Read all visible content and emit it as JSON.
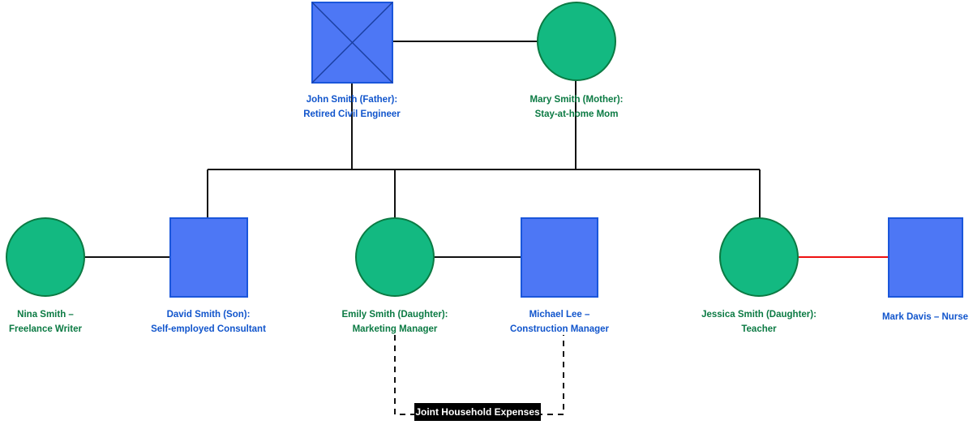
{
  "diagram": {
    "type": "genogram",
    "colors": {
      "male_fill": "#4D77F5",
      "male_stroke": "#1A56DB",
      "female_fill": "#13B981",
      "female_stroke": "#0B7A43",
      "male_label": "#1155CC",
      "female_label": "#0B7A43",
      "link": "#111111",
      "conflict_link": "#EE1111",
      "annotation_bg": "#000000",
      "annotation_fg": "#FFFFFF",
      "background": "#FFFFFF"
    },
    "persons": [
      {
        "id": "john",
        "shape": "square",
        "gender": "male",
        "deceased": true,
        "line1": "John Smith (Father):",
        "line2": "Retired Civil Engineer"
      },
      {
        "id": "mary",
        "shape": "circle",
        "gender": "female",
        "deceased": false,
        "line1": "Mary Smith (Mother):",
        "line2": "Stay-at-home Mom"
      },
      {
        "id": "nina",
        "shape": "circle",
        "gender": "female",
        "deceased": false,
        "line1": "Nina Smith –",
        "line2": "Freelance Writer"
      },
      {
        "id": "david",
        "shape": "square",
        "gender": "male",
        "deceased": false,
        "line1": "David Smith (Son):",
        "line2": "Self-employed Consultant"
      },
      {
        "id": "emily",
        "shape": "circle",
        "gender": "female",
        "deceased": false,
        "line1": "Emily Smith (Daughter):",
        "line2": "Marketing Manager"
      },
      {
        "id": "michael",
        "shape": "square",
        "gender": "male",
        "deceased": false,
        "line1": "Michael Lee –",
        "line2": "Construction Manager"
      },
      {
        "id": "jessica",
        "shape": "circle",
        "gender": "female",
        "deceased": false,
        "line1": "Jessica Smith (Daughter):",
        "line2": "Teacher"
      },
      {
        "id": "mark",
        "shape": "square",
        "gender": "male",
        "deceased": false,
        "line1": "Mark Davis – Nurse",
        "line2": ""
      }
    ],
    "annotations": [
      {
        "id": "joint-expenses",
        "label": "Joint Household Expenses",
        "style": "dashed-bracket",
        "between": [
          "emily",
          "michael"
        ]
      }
    ]
  }
}
